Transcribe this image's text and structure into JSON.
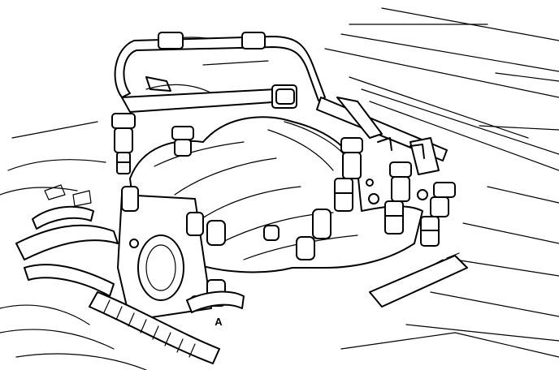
{
  "figure": {
    "callout_label": "A",
    "line_color": "#000000",
    "background_color": "#ffffff"
  },
  "parts": [
    {
      "name": "fuel-rail-crossover-tube"
    },
    {
      "name": "fuel-rail-left"
    },
    {
      "name": "fuel-rail-right"
    },
    {
      "name": "fuel-injector",
      "count": 6
    },
    {
      "name": "upper-intake-manifold"
    },
    {
      "name": "throttle-body-opening"
    },
    {
      "name": "vacuum-hose"
    },
    {
      "name": "wiring-harness"
    },
    {
      "name": "heater-hose"
    }
  ]
}
